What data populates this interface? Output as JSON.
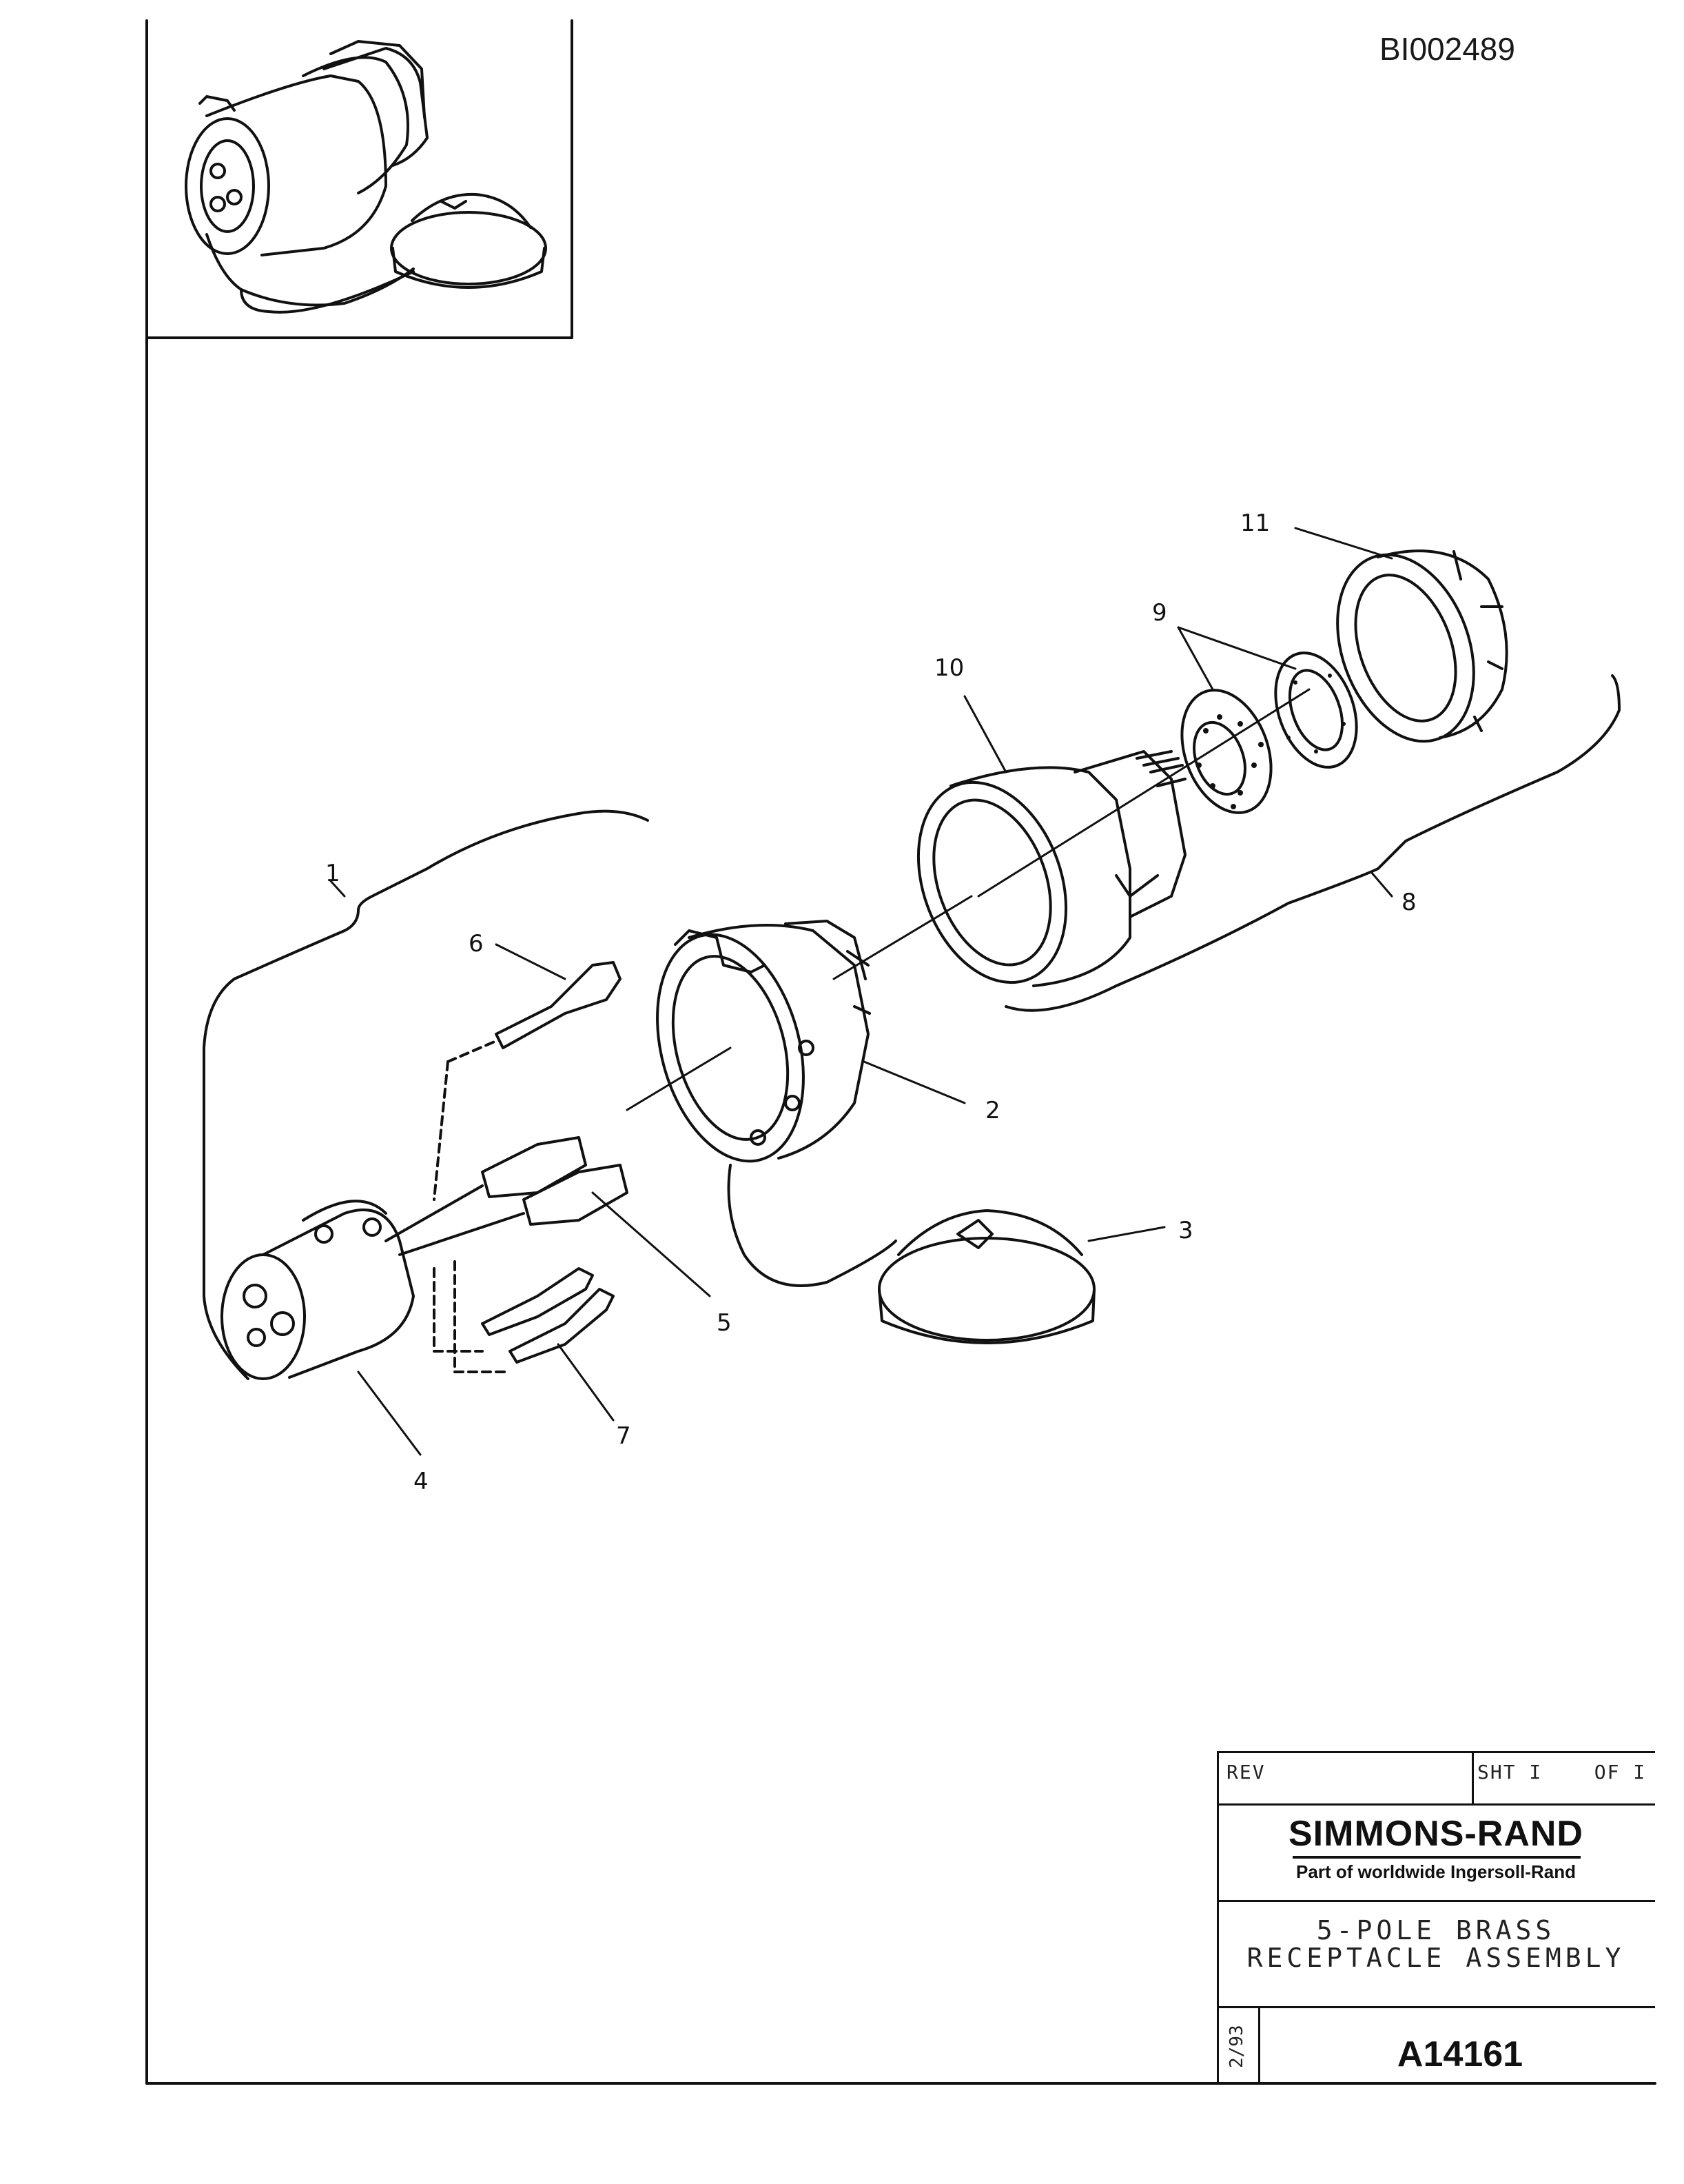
{
  "document_id": "BI002489",
  "callouts": [
    "1",
    "2",
    "3",
    "4",
    "5",
    "6",
    "7",
    "8",
    "9",
    "10",
    "11"
  ],
  "title_block": {
    "rev_label": "REV",
    "sheet_label": "SHT I    OF I",
    "company": "SIMMONS-RAND",
    "company_subtitle": "Part of worldwide Ingersoll-Rand",
    "description_line1": "5-POLE BRASS",
    "description_line2": "RECEPTACLE ASSEMBLY",
    "date": "2/93",
    "drawing_number": "A14161"
  }
}
